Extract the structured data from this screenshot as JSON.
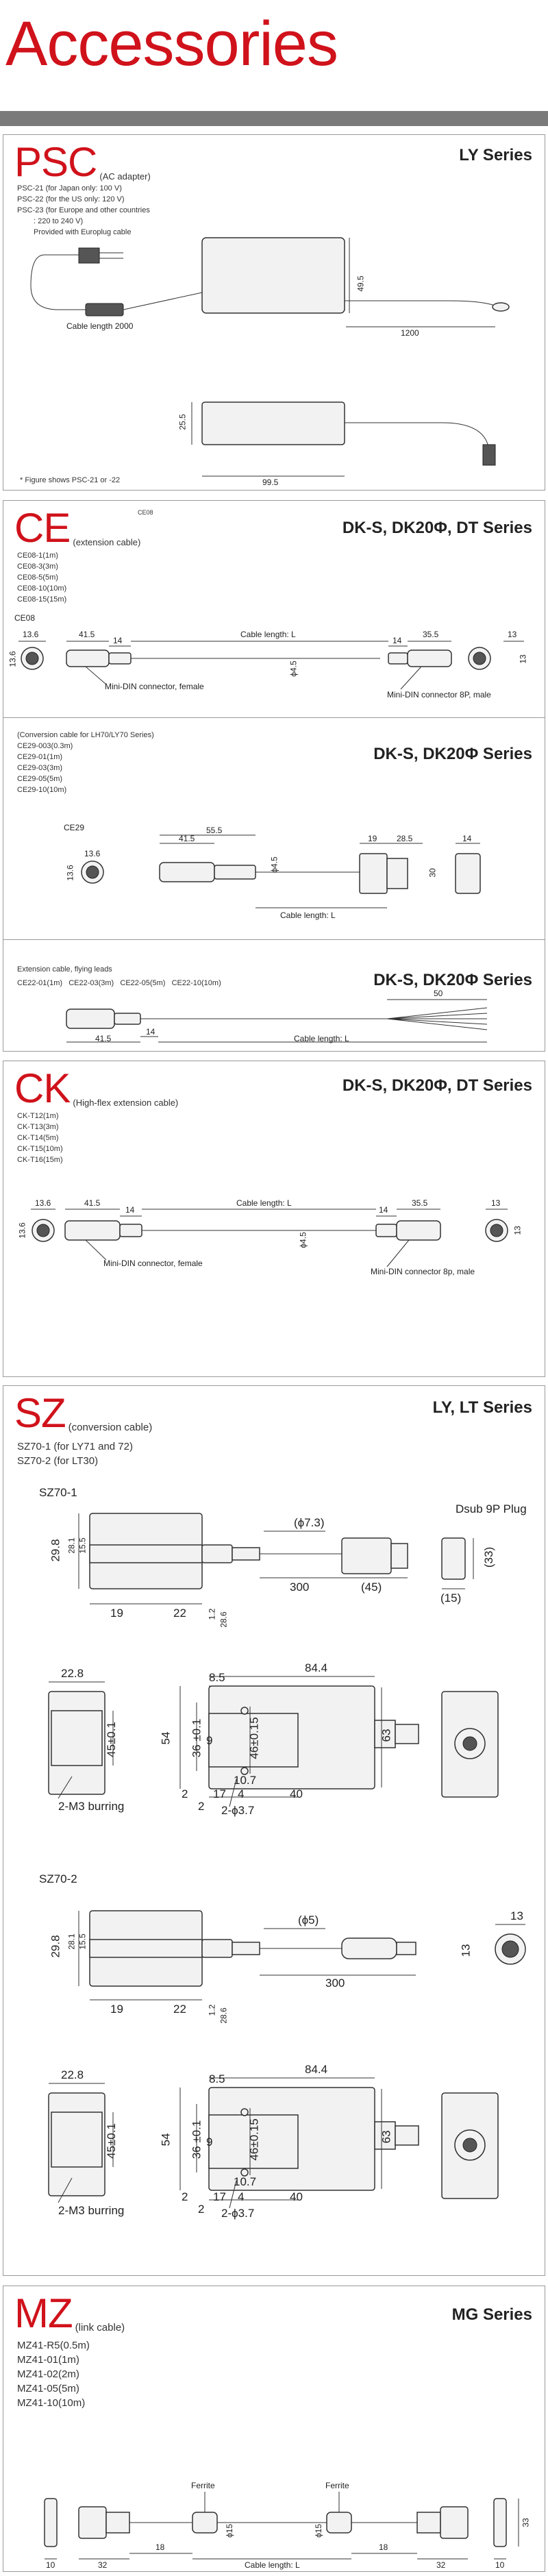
{
  "page": {
    "title": "Accessories"
  },
  "psc": {
    "code": "PSC",
    "subtitle": "(AC adapter)",
    "series": "LY Series",
    "items": [
      "PSC-21 (for Japan only: 100 V)",
      "PSC-22 (for the US only: 120 V)",
      "PSC-23 (for Europe and other countries",
      ": 220 to 240 V)",
      "Provided with Europlug cable"
    ],
    "note": "* Figure shows PSC-21 or -22",
    "dims": {
      "cable_length": "Cable length 2000",
      "d1200": "1200",
      "d49_5": "49.5",
      "d25_5": "25.5",
      "d99_5": "99.5"
    }
  },
  "ce": {
    "code": "CE",
    "subtitle": "(extension cable)",
    "superscript": "CE08",
    "series": "DK-S, DK20Φ, DT Series",
    "items": [
      "CE08-1(1m)",
      "CE08-3(3m)",
      "CE08-5(5m)",
      "CE08-10(10m)",
      "CE08-15(15m)"
    ],
    "figure_label": "CE08",
    "dims": {
      "d13_6a": "13.6",
      "d41_5": "41.5",
      "d14a": "14",
      "cable": "Cable length: L",
      "d14b": "14",
      "d35_5": "35.5",
      "d13a": "13",
      "d13_6b": "13.6",
      "d13b": "13",
      "phi": "ϕ4.5"
    },
    "connector_female": "Mini-DIN connector, female",
    "connector_male": "Mini-DIN connector 8P, male"
  },
  "ce29": {
    "series": "DK-S, DK20Φ  Series",
    "items": [
      "(Conversion cable for LH70/LY70 Series)",
      "CE29-003(0.3m)",
      "CE29-01(1m)",
      "CE29-03(3m)",
      "CE29-05(5m)",
      "CE29-10(10m)"
    ],
    "figure_label": "CE29",
    "dims": {
      "d55_5": "55.5",
      "d41_5": "41.5",
      "d13_6a": "13.6",
      "d13_6b": "13.6",
      "d19": "19",
      "d28_5": "28.5",
      "d14": "14",
      "d30": "30",
      "cable": "Cable length: L",
      "phi": "ϕ4.5"
    }
  },
  "ce22": {
    "series": "DK-S, DK20Φ  Series",
    "title": "Extension cable, flying leads",
    "items": [
      "CE22-01(1m)",
      "CE22-03(3m)",
      "CE22-05(5m)",
      "CE22-10(10m)"
    ],
    "dims": {
      "d50": "50",
      "d41_5": "41.5",
      "d14": "14",
      "cable": "Cable length: L"
    }
  },
  "ck": {
    "code": "CK",
    "subtitle": "(High-flex extension cable)",
    "series": "DK-S, DK20Φ, DT Series",
    "items": [
      "CK-T12(1m)",
      "CK-T13(3m)",
      "CK-T14(5m)",
      "CK-T15(10m)",
      "CK-T16(15m)"
    ],
    "dims": {
      "d13_6a": "13.6",
      "d41_5": "41.5",
      "d14a": "14",
      "cable": "Cable length: L",
      "d14b": "14",
      "d35_5": "35.5",
      "d13a": "13",
      "d13_6b": "13.6",
      "d13b": "13",
      "phi": "ϕ4.5"
    },
    "connector_female": "Mini-DIN connector, female",
    "connector_male": "Mini-DIN connector 8p, male"
  },
  "sz": {
    "code": "SZ",
    "subtitle": "(conversion cable)",
    "series": "LY, LT Series",
    "items": [
      "SZ70-1 (for LY71 and 72)",
      "SZ70-2 (for LT30)"
    ],
    "sz1": {
      "label": "SZ70-1",
      "plug": "Dsub 9P Plug",
      "dims": {
        "phi": "(ϕ7.3)",
        "d29_8": "29.8",
        "d28_1": "28.1",
        "d15_5": "15.5",
        "d300": "300",
        "d45": "(45)",
        "d33": "(33)",
        "d15": "(15)",
        "d19": "19",
        "d22": "22",
        "d1_2": "1.2",
        "d28_6": "28.6",
        "d22_8": "22.8",
        "d45_01": "45±0.1",
        "burring": "2-M3 burring",
        "d84_4": "84.4",
        "d8_5": "8.5",
        "d54": "54",
        "d36_01": "36 ±0.1",
        "d9": "9",
        "d46_015": "46±0.15",
        "d63": "63",
        "d10_7": "10.7",
        "d2a": "2",
        "d17": "17",
        "d4": "4",
        "d40": "40",
        "d2b": "2",
        "hole": "2-ϕ3.7"
      }
    },
    "sz2": {
      "label": "SZ70-2",
      "dims": {
        "phi": "(ϕ5)",
        "d29_8": "29.8",
        "d28_1": "28.1",
        "d15_5": "15.5",
        "d300": "300",
        "d13a": "13",
        "d13b": "13",
        "d19": "19",
        "d22": "22",
        "d1_2": "1.2",
        "d28_6": "28.6",
        "d22_8": "22.8",
        "d45_01": "45±0.1",
        "burring": "2-M3 burring",
        "d84_4": "84.4",
        "d8_5": "8.5",
        "d54": "54",
        "d36_01": "36 ±0.1",
        "d9": "9",
        "d46_015": "46±0.15",
        "d63": "63",
        "d10_7": "10.7",
        "d2a": "2",
        "d17": "17",
        "d4": "4",
        "d40": "40",
        "d2b": "2",
        "hole": "2-ϕ3.7"
      }
    }
  },
  "mz": {
    "code": "MZ",
    "subtitle": "(link cable)",
    "series": "MG Series",
    "items": [
      "MZ41-R5(0.5m)",
      "MZ41-01(1m)",
      "MZ41-02(2m)",
      "MZ41-05(5m)",
      "MZ41-10(10m)"
    ],
    "dims": {
      "ferrite_a": "Ferrite",
      "ferrite_b": "Ferrite",
      "d10a": "10",
      "d32a": "32",
      "d18a": "18",
      "phi_a": "ϕ15",
      "cable": "Cable length: L",
      "phi_b": "ϕ15",
      "d18b": "18",
      "d32b": "32",
      "d10b": "10",
      "d33": "33"
    }
  }
}
